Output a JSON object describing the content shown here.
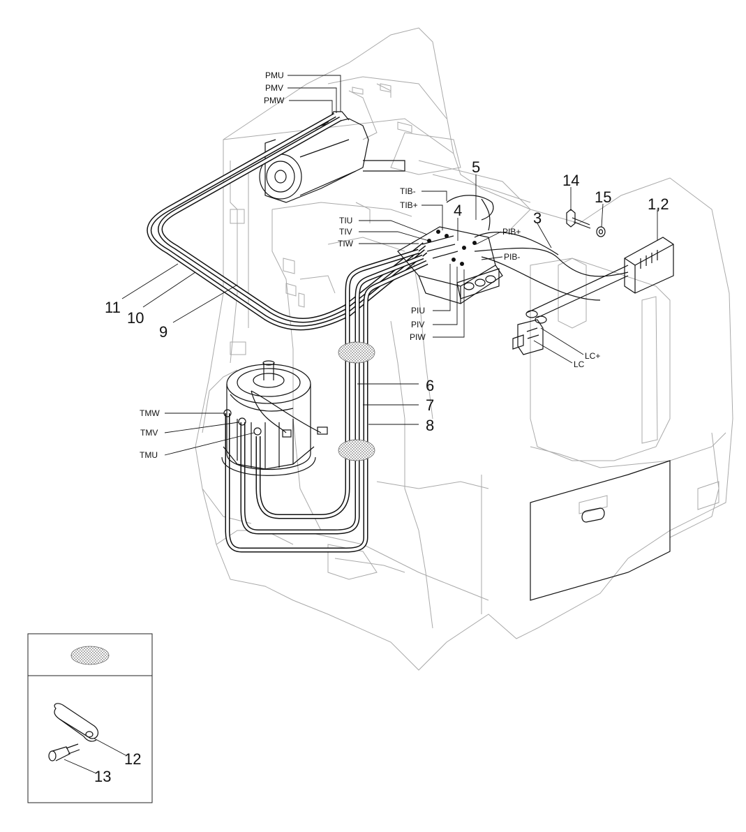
{
  "callouts": {
    "c1_2": "1,2",
    "c3": "3",
    "c4": "4",
    "c5": "5",
    "c6": "6",
    "c7": "7",
    "c8": "8",
    "c9": "9",
    "c10": "10",
    "c11": "11",
    "c12": "12",
    "c13": "13",
    "c14": "14",
    "c15": "15"
  },
  "terminals": {
    "pmu": "PMU",
    "pmv": "PMV",
    "pmw": "PMW",
    "tib_minus": "TIB-",
    "tib_plus": "TIB+",
    "tiu": "TIU",
    "tiv": "TIV",
    "tiw": "TIW",
    "pib_plus": "PIB+",
    "pib_minus": "PIB-",
    "piu": "PIU",
    "piv": "PIV",
    "piw": "PIW",
    "lc_plus": "LC+",
    "lc": "LC",
    "tmw": "TMW",
    "tmv": "TMV",
    "tmu": "TMU"
  },
  "colors": {
    "line": "#111111",
    "ghost": "#a9a9a9",
    "hatch": "#9a9a9a"
  }
}
